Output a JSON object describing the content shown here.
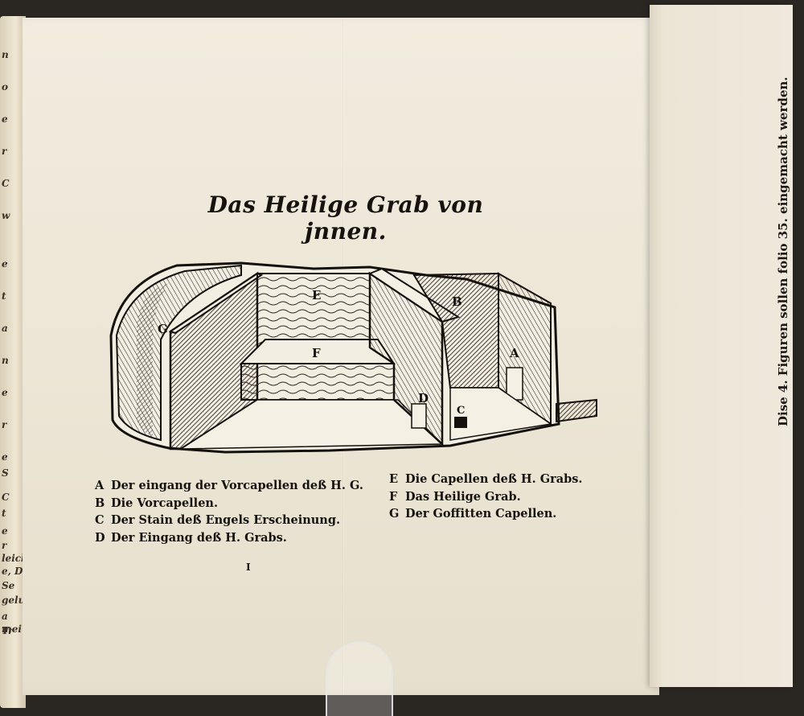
{
  "title": "Das Heilige Grab von jnnen.",
  "figure_labels": {
    "A": "A",
    "B": "B",
    "C": "C",
    "D": "D",
    "E": "E",
    "F": "F",
    "G": "G"
  },
  "legend_left": [
    {
      "letter": "A",
      "text": "Der eingang der Vorcapellen deß H. G."
    },
    {
      "letter": "B",
      "text": "Die Vorcapellen."
    },
    {
      "letter": "C",
      "text": "Der Stain deß Engels Erscheinung."
    },
    {
      "letter": "D",
      "text": "Der Eingang deß H. Grabs."
    }
  ],
  "legend_right": [
    {
      "letter": "E",
      "text": "Die Capellen deß H. Grabs."
    },
    {
      "letter": "F",
      "text": "Das Heilige Grab."
    },
    {
      "letter": "G",
      "text": "Der Goffitten Capellen."
    }
  ],
  "signature": "I",
  "flap_note": "Dise 4. Figuren sollen folio 35. eingemacht werden.",
  "left_page_margin": [
    "n",
    "o",
    "e",
    "r",
    "C",
    "w",
    "e",
    "t",
    "a",
    "n",
    "e",
    "r",
    "e",
    "S",
    "C",
    "t",
    "e",
    "r",
    "leiche",
    "e, D",
    "Se",
    "gelucht",
    "a mei",
    "Tr"
  ]
}
